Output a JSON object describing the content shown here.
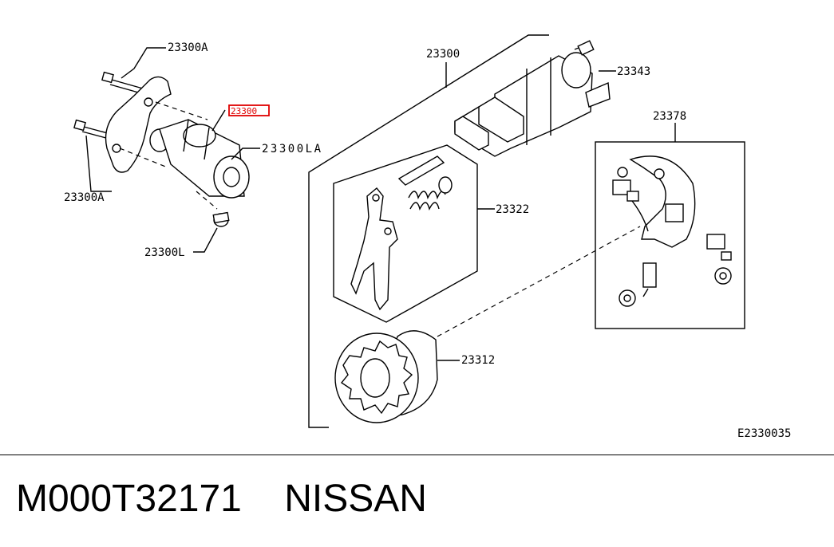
{
  "labels": {
    "bolt_a_top": "23300A",
    "bolt_a_bottom": "23300A",
    "starter_highlight": "23300",
    "nut_la": "23300LA",
    "cap_l": "23300L",
    "assembly": "23300",
    "solenoid": "23343",
    "brush_holder": "23378",
    "lever_kit": "23322",
    "pinion": "23312",
    "diagram_code": "E2330035"
  },
  "highlight_color": "#e00000",
  "footer": {
    "part_number": "M000T32171",
    "brand": "NISSAN"
  }
}
